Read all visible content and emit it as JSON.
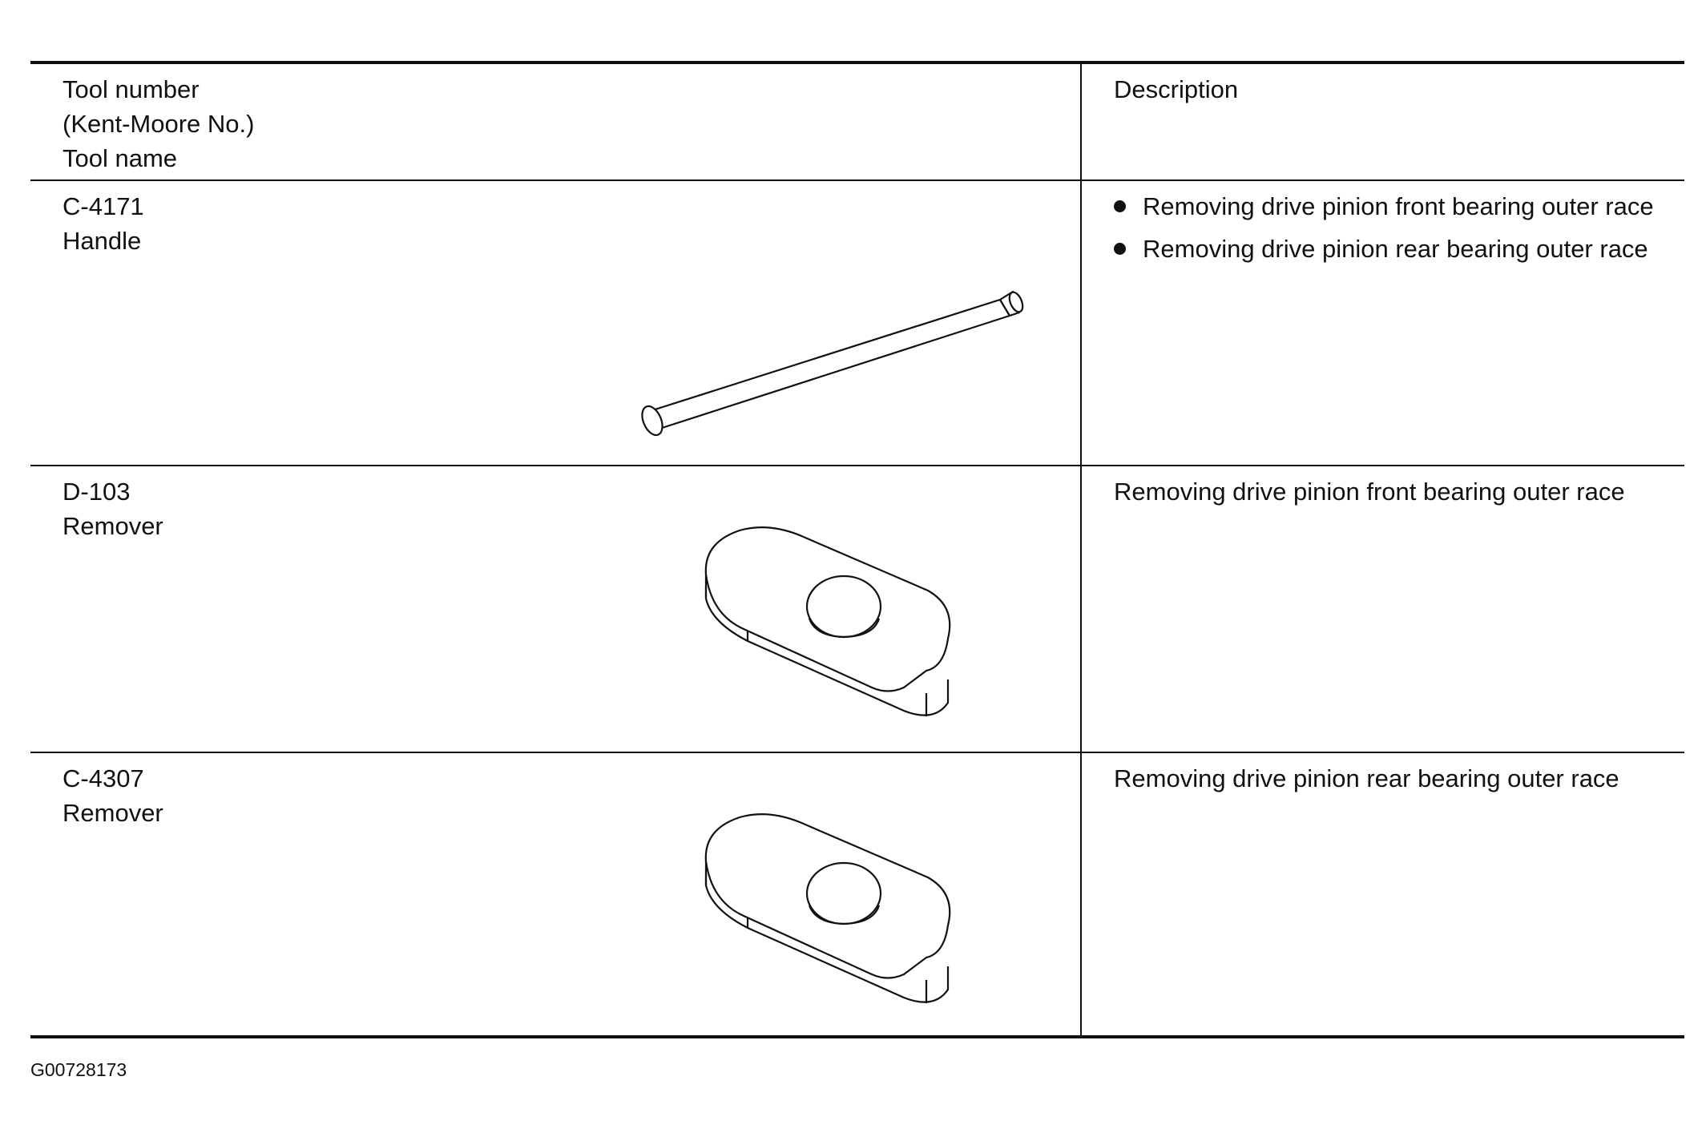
{
  "header": {
    "tool_col_lines": [
      "Tool number",
      "(Kent-Moore No.)",
      "Tool name"
    ],
    "desc_col": "Description"
  },
  "rows": [
    {
      "number": "C-4171",
      "name": "Handle",
      "illustration": "handle-bar-icon",
      "bullets": [
        "Removing drive pinion front bearing outer race",
        "Removing drive pinion rear bearing outer race"
      ]
    },
    {
      "number": "D-103",
      "name": "Remover",
      "illustration": "remover-block-icon",
      "description": "Removing drive pinion front bearing outer race"
    },
    {
      "number": "C-4307",
      "name": "Remover",
      "illustration": "remover-block-icon",
      "description": "Removing drive pinion rear bearing outer race"
    }
  ],
  "figure_code": "G00728173"
}
